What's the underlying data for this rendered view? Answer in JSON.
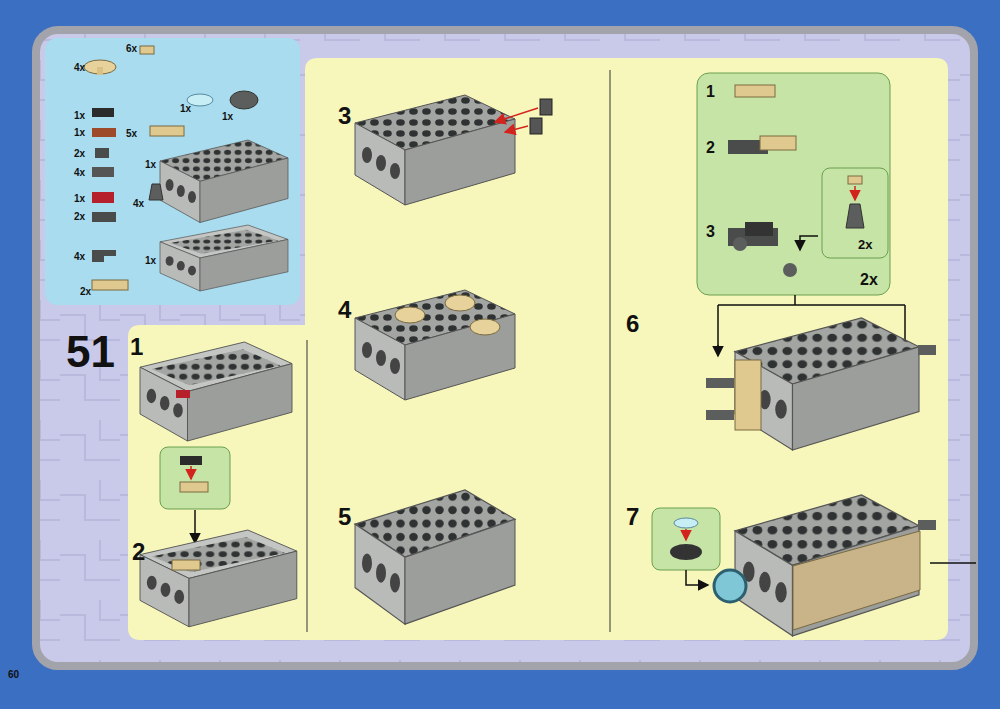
{
  "diagram": {
    "nodes": [
      {
        "text": [
          "4x",
          "6x",
          "1x",
          "1x",
          "1x",
          "5x",
          "1x",
          "2x",
          "1x",
          "4x",
          "1x",
          "4x",
          "2x",
          "4x",
          "1x",
          "2x"
        ]
      },
      {
        "text": [
          "1",
          "2",
          "3",
          "2x"
        ]
      },
      {
        "text": [
          "2x"
        ],
        "in": 1
      }
    ],
    "labels": [
      "51",
      "1",
      "2",
      "3",
      "4",
      "5",
      "6",
      "7",
      "60"
    ]
  }
}
